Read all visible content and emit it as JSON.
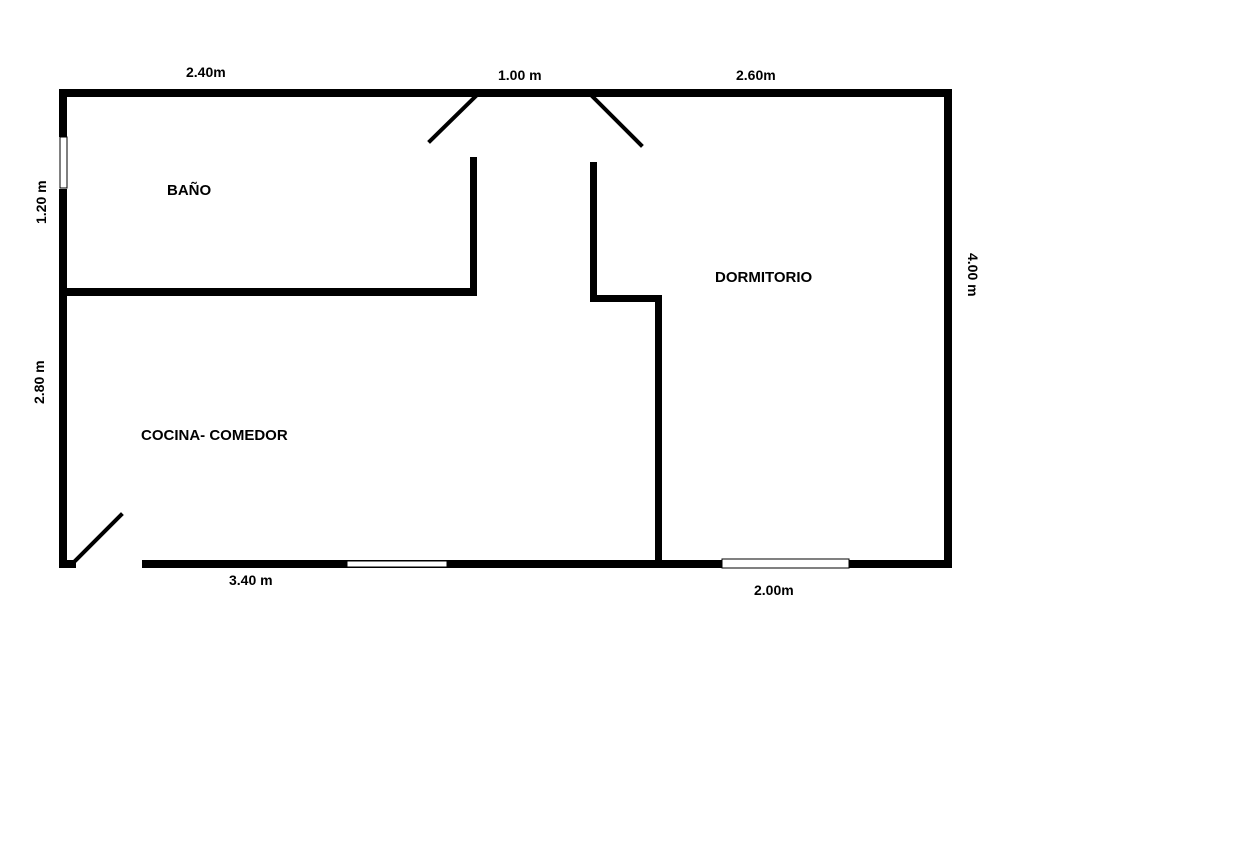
{
  "rooms": {
    "bathroom": "BAÑO",
    "bedroom": "DORMITORIO",
    "kitchen_dining": "COCINA- COMEDOR"
  },
  "dimensions": {
    "top_left": "2.40m",
    "top_center": "1.00 m",
    "top_right": "2.60m",
    "left_upper": "1.20 m",
    "left_lower": "2.80 m",
    "right": "4.00 m",
    "bottom_left": "3.40 m",
    "bottom_right": "2.00m"
  },
  "colors": {
    "wall": "#000000",
    "window": "#ffffff",
    "background": "#ffffff"
  }
}
